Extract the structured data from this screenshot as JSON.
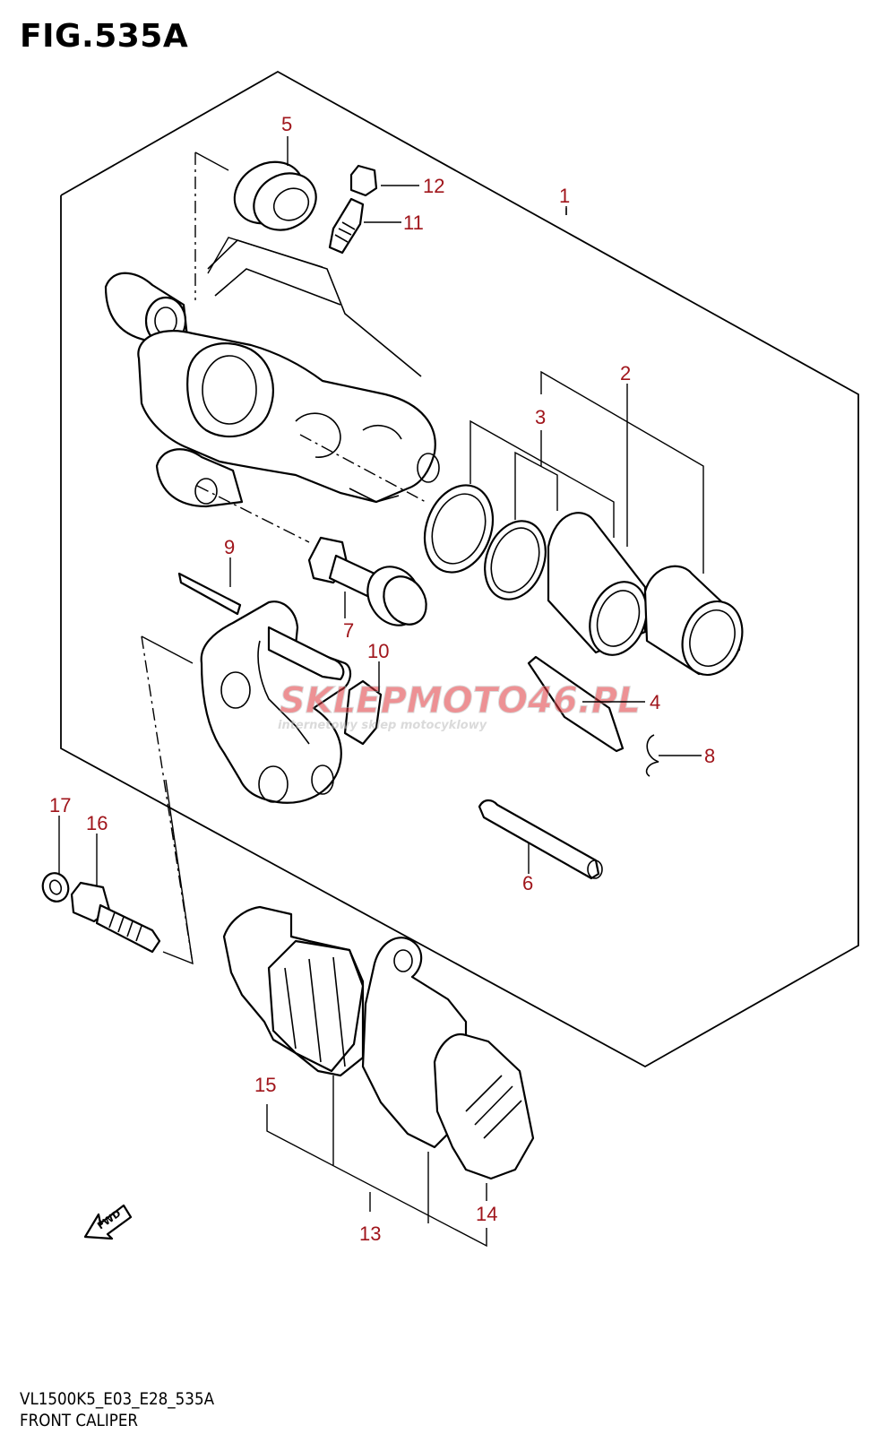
{
  "figure": {
    "title": "FIG.535A",
    "code": "VL1500K5_E03_E28_535A",
    "subtitle": "FRONT CALIPER"
  },
  "callouts": [
    "1",
    "2",
    "3",
    "4",
    "5",
    "6",
    "7",
    "8",
    "9",
    "10",
    "11",
    "12",
    "13",
    "14",
    "15",
    "16",
    "17"
  ],
  "fwd_label": "FWD",
  "watermark": {
    "brand": "SKLEPMOTO46.PL",
    "tagline": "internetowy sklep motocyklowy"
  },
  "colors": {
    "callout": "#a0151b",
    "line": "#000000",
    "watermark_red": "#e0393e",
    "watermark_grey": "#c8c8c8"
  }
}
